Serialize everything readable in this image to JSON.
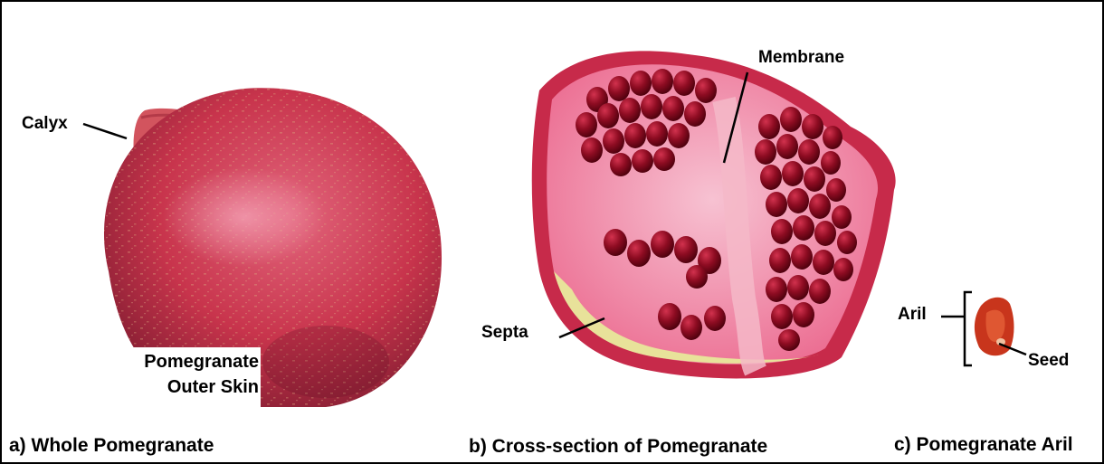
{
  "panels": {
    "whole": {
      "caption": "a) Whole Pomegranate",
      "labels": {
        "calyx": "Calyx",
        "outer_skin_line1": "Pomegranate",
        "outer_skin_line2": "Outer Skin"
      }
    },
    "cross_section": {
      "caption": "b) Cross-section of Pomegranate",
      "labels": {
        "membrane": "Membrane",
        "septa": "Septa"
      }
    },
    "aril": {
      "caption": "c) Pomegranate Aril",
      "labels": {
        "aril": "Aril",
        "seed": "Seed"
      }
    }
  },
  "colors": {
    "fruit_skin": "#c8344c",
    "fruit_highlight": "#e0607a",
    "fruit_speckle": "#d9a07a",
    "pith": "#f08aa8",
    "septa_yellow": "#e8e29a",
    "aril_dark": "#6b0014",
    "aril_mid": "#a8102a",
    "single_aril": "#c8351c"
  }
}
